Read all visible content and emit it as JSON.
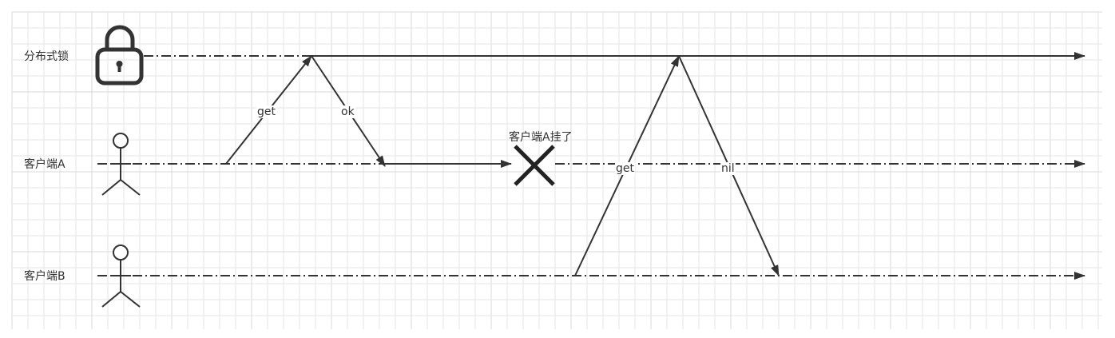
{
  "lanes": {
    "lock": {
      "label": "分布式锁",
      "icon": "lock-icon"
    },
    "client_a": {
      "label": "客户端A",
      "icon": "actor-icon"
    },
    "client_b": {
      "label": "客户端B",
      "icon": "actor-icon"
    }
  },
  "messages": {
    "get_a": "get",
    "ok_a": "ok",
    "get_b": "get",
    "nil_b": "nil"
  },
  "annotations": {
    "crash": "客户端A挂了"
  },
  "icons": {
    "crash": "x-mark-icon",
    "arrow": "arrowhead-icon"
  },
  "colors": {
    "line": "#333333",
    "grid": "#e6e6e6",
    "grid_major": "#d8d8d8",
    "background": "#ffffff"
  }
}
